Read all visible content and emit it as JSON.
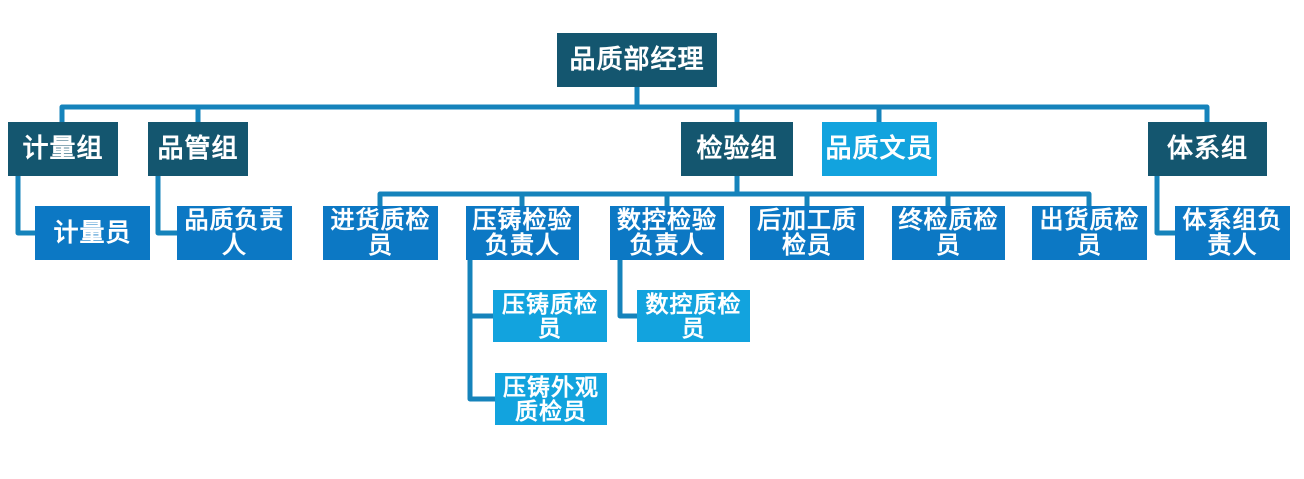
{
  "colors": {
    "dark_box": "#14566F",
    "mid_box": "#0C78C4",
    "light_box": "#12A3DE",
    "connector": "#1583BB",
    "text": "#FFFFFF"
  },
  "nodes": {
    "manager": "品质部经理",
    "metering_group": "计量组",
    "qc_group": "品管组",
    "inspection_group": "检验组",
    "quality_clerk": "品质文员",
    "system_group": "体系组",
    "metering_staff": "计量员",
    "quality_lead": "品质负责人",
    "incoming_inspector": "进货质检员",
    "diecast_lead": "压铸检验负责人",
    "cnc_lead": "数控检验负责人",
    "postprocess_inspector": "后加工质检员",
    "final_inspector": "终检质检员",
    "shipping_inspector": "出货质检员",
    "system_lead": "体系组负责人",
    "diecast_inspector": "压铸质检员",
    "cnc_inspector": "数控质检员",
    "diecast_appearance_inspector": "压铸外观质检员"
  },
  "structure": {
    "manager": [
      "metering_group",
      "qc_group",
      "inspection_group",
      "quality_clerk",
      "system_group"
    ],
    "metering_group": [
      "metering_staff"
    ],
    "qc_group": [
      "quality_lead"
    ],
    "inspection_group": [
      "incoming_inspector",
      "diecast_lead",
      "cnc_lead",
      "postprocess_inspector",
      "final_inspector",
      "shipping_inspector"
    ],
    "system_group": [
      "system_lead"
    ],
    "diecast_lead": [
      "diecast_inspector",
      "diecast_appearance_inspector"
    ],
    "cnc_lead": [
      "cnc_inspector"
    ]
  }
}
